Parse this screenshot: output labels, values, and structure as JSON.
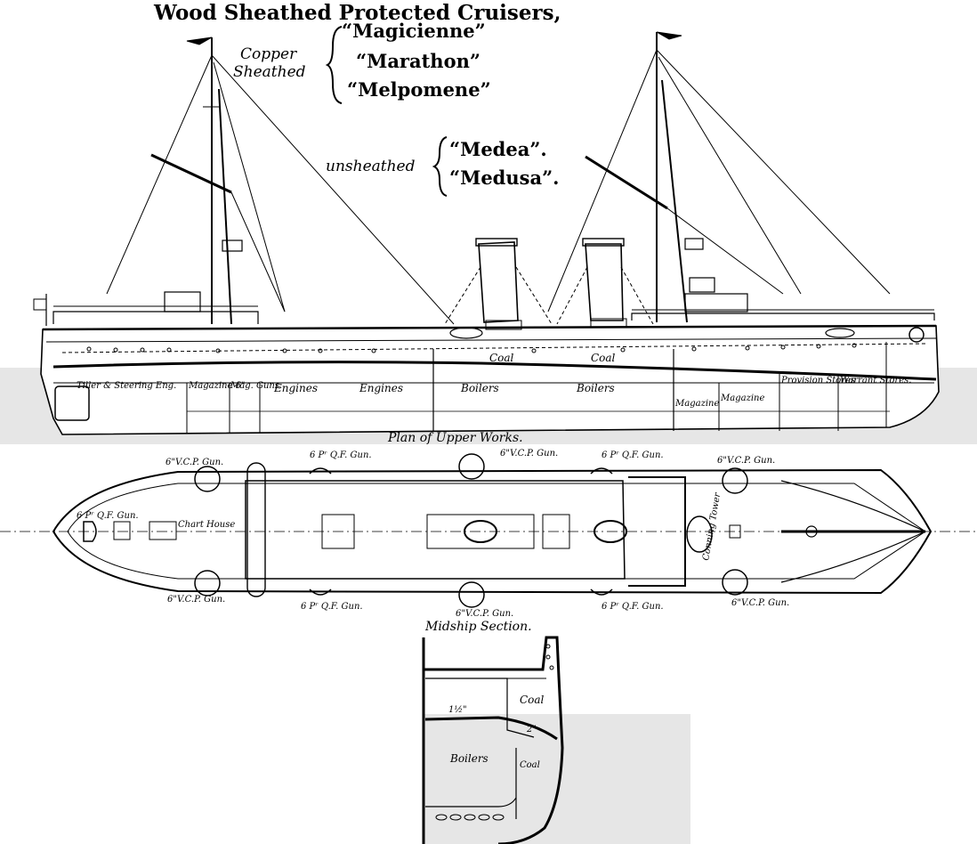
{
  "title": "Wood Sheathed Protected Cruisers,",
  "groups": {
    "copper_label_1": "Copper",
    "copper_label_2": "Sheathed",
    "copper_ships": [
      "“Magicienne”",
      "“Marathon”",
      "“Melpomene”"
    ],
    "unsheathed_label": "unsheathed",
    "unsheathed_ships": [
      "“Medea”.",
      "“Medusa”."
    ]
  },
  "profile_labels": {
    "tiller": "Tiller & Steering Eng.",
    "magazine_6": "Magazine 6\"",
    "mag_guns": "Mag. Guns.",
    "engines_1": "Engines",
    "engines_2": "Engines",
    "boilers_1": "Boilers",
    "boilers_2": "Boilers",
    "coal_1": "Coal",
    "coal_2": "Coal",
    "magazine_small": "Magazine",
    "magazine_2": "Magazine",
    "provision_stores": "Provision Stores",
    "warrant_stores": "Warrant Stores."
  },
  "plan": {
    "heading": "Plan of Upper Works.",
    "gun_6vcp_tl": "6\"V.C.P. Gun.",
    "gun_6pqf_tl": "6 Pʳ Q.F. Gun.",
    "gun_6vcp_tm": "6\"V.C.P. Gun.",
    "gun_6pqf_tr": "6 Pʳ Q.F. Gun.",
    "gun_6vcp_tr": "6\"V.C.P. Gun.",
    "gun_6pqf_bow": "6 Pʳ Q.F. Gun.",
    "chart_house": "Chart House",
    "conning_tower": "Conning Tower",
    "gun_6vcp_bl": "6\"V.C.P. Gun.",
    "gun_6pqf_bl": "6 Pʳ Q.F. Gun.",
    "gun_6vcp_bm": "6\"V.C.P. Gun.",
    "gun_6pqf_br": "6 Pʳ Q.F. Gun.",
    "gun_6vcp_br": "6\"V.C.P. Gun."
  },
  "section": {
    "heading": "Midship Section.",
    "coal_1": "Coal",
    "coal_2": "Coal",
    "boilers": "Boilers",
    "armor_1": "1½\"",
    "armor_2": "2\""
  }
}
